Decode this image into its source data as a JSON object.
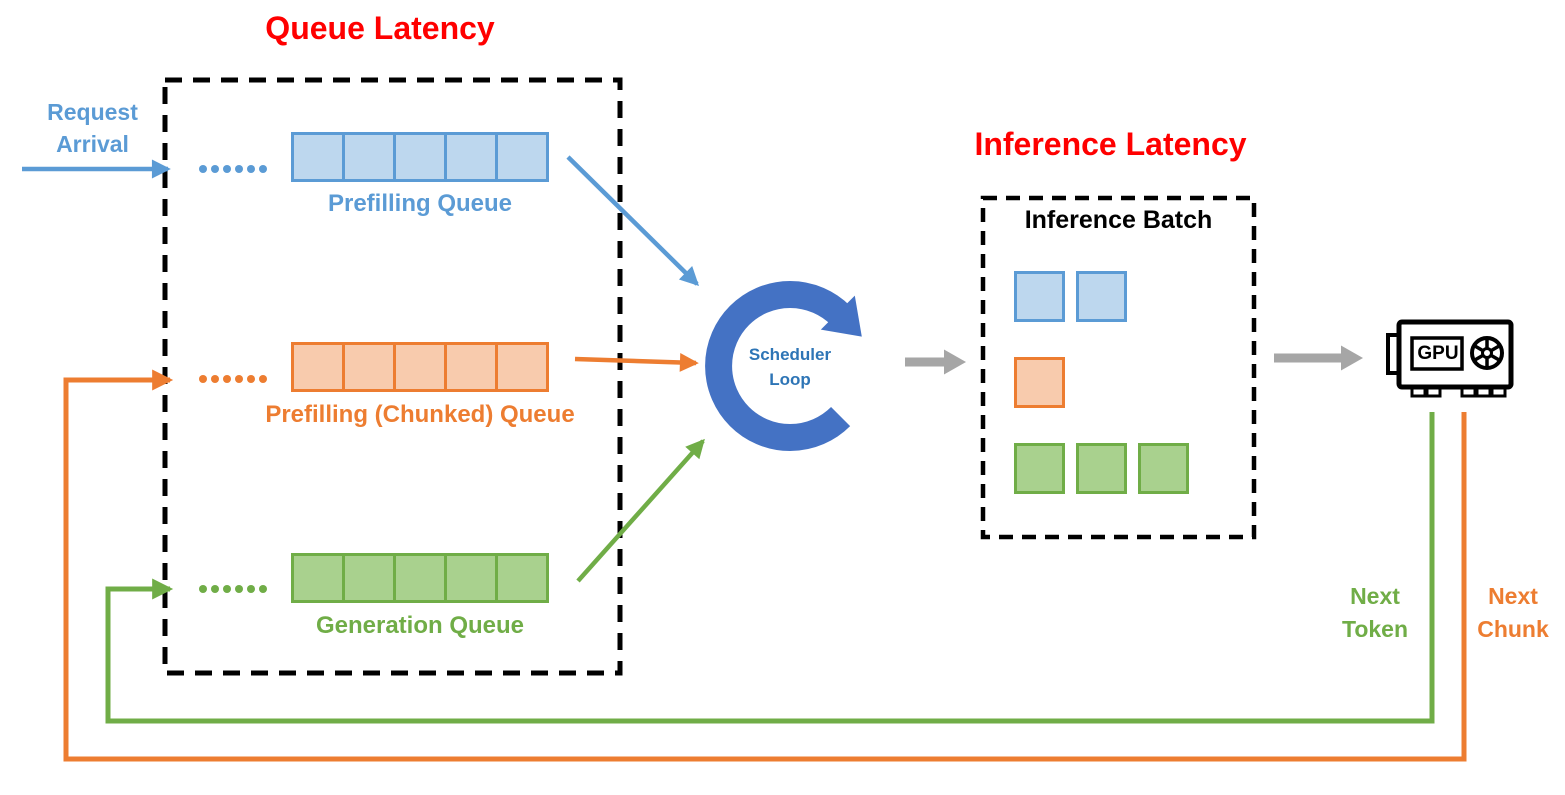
{
  "titles": {
    "queue_latency": "Queue Latency",
    "inference_latency": "Inference Latency"
  },
  "request_arrival": {
    "label": "Request Arrival"
  },
  "queues": [
    {
      "id": "prefilling",
      "label": "Prefilling Queue",
      "color": "blue",
      "cells": 5,
      "dots": 6
    },
    {
      "id": "prefilling_chunked",
      "label": "Prefilling (Chunked) Queue",
      "color": "orange",
      "cells": 5,
      "dots": 6
    },
    {
      "id": "generation",
      "label": "Generation Queue",
      "color": "green",
      "cells": 5,
      "dots": 6
    }
  ],
  "scheduler": {
    "label": "Scheduler Loop",
    "icon": "circular-clockwise-arrow"
  },
  "inference_batch": {
    "label": "Inference Batch",
    "rows": [
      {
        "color": "blue",
        "count": 2
      },
      {
        "color": "orange",
        "count": 1
      },
      {
        "color": "green",
        "count": 3
      }
    ]
  },
  "gpu": {
    "label": "GPU",
    "icon": "graphics-card-with-fan"
  },
  "feedback": {
    "next_token_label": "Next Token",
    "next_chunk_label": "Next Chunk"
  },
  "colors": {
    "red_title": "#FF0000",
    "blue": "#5B9BD5",
    "blue_fill": "#BDD7EE",
    "orange": "#ED7D31",
    "orange_fill": "#F8CBAD",
    "green": "#70AD47",
    "green_fill": "#A9D18E",
    "scheduler_loop_blue": "#4472C4",
    "scheduler_text_blue": "#2E75B6",
    "gray_arrow": "#A6A6A6",
    "dashed_box": "#000000"
  }
}
